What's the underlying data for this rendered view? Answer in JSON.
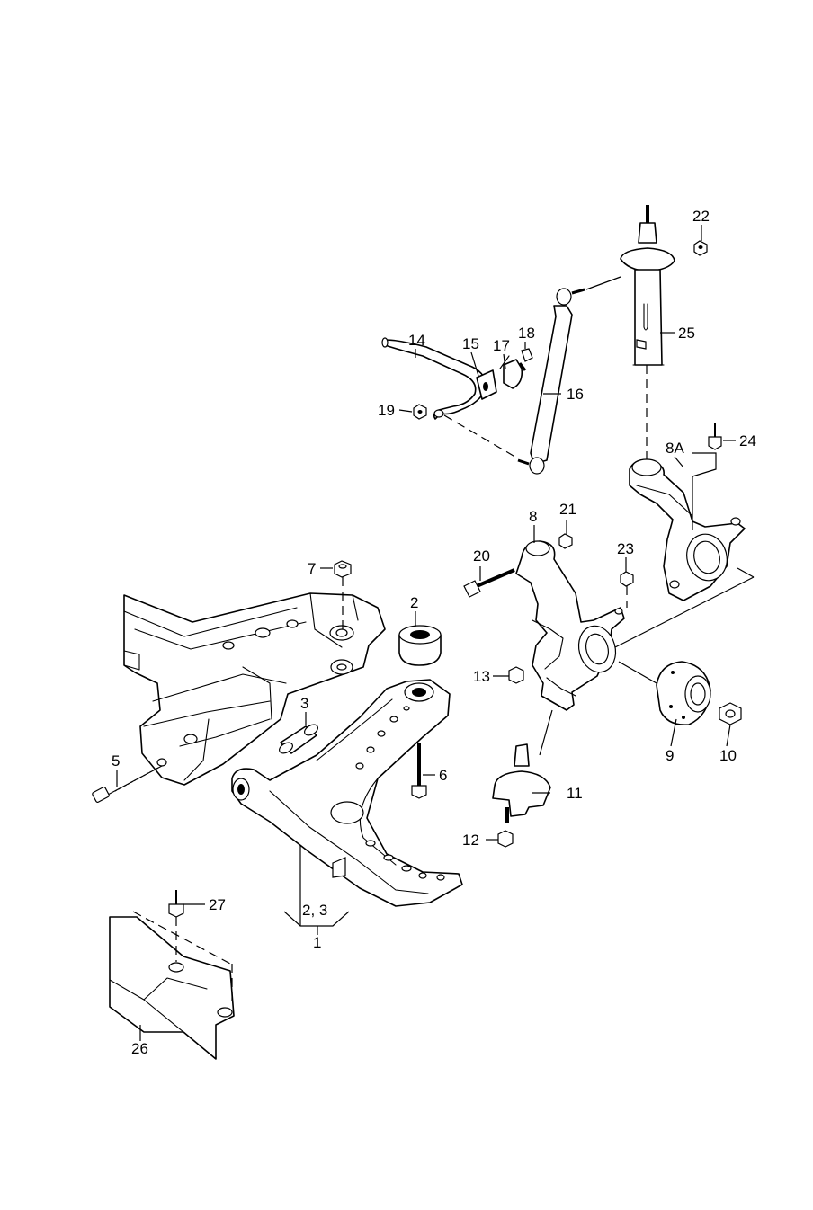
{
  "callouts": {
    "c1": "1",
    "c23": "2, 3",
    "c2": "2",
    "c3": "3",
    "c5": "5",
    "c6": "6",
    "c7": "7",
    "c8": "8",
    "c8a": "8A",
    "c9": "9",
    "c10": "10",
    "c11": "11",
    "c12": "12",
    "c13": "13",
    "c14": "14",
    "c15": "15",
    "c16": "16",
    "c17": "17",
    "c18": "18",
    "c19": "19",
    "c20": "20",
    "c21": "21",
    "c22": "22",
    "c23b": "23",
    "c24": "24",
    "c25": "25",
    "c26": "26",
    "c27": "27"
  }
}
